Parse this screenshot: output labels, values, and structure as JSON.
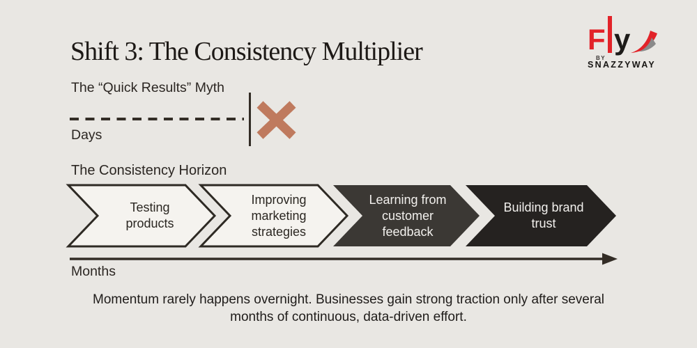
{
  "page": {
    "background_color": "#e9e7e3",
    "title": "Shift 3: The Consistency Multiplier"
  },
  "logo": {
    "letter_f": "F",
    "letter_y": "y",
    "by_label": "BY",
    "brand_name": "SNAZZYWAY",
    "accent_red": "#e22329",
    "dark": "#1d1b19"
  },
  "myth": {
    "label": "The “Quick Results” Myth",
    "axis_label": "Days",
    "line_color": "#332d26",
    "x_mark_color": "#bf7a5e"
  },
  "horizon": {
    "label": "The Consistency Horizon",
    "axis_label": "Months",
    "arrow_color": "#332d26",
    "stages": [
      {
        "label": "Testing products",
        "fill": "#f5f3ef",
        "stroke": "#2e2a24",
        "text_color": "#2b2722"
      },
      {
        "label": "Improving marketing strategies",
        "fill": "#f5f3ef",
        "stroke": "#2e2a24",
        "text_color": "#2b2722"
      },
      {
        "label": "Learning from customer feedback",
        "fill": "#3b3834",
        "stroke": "none",
        "text_color": "#f2f0ed"
      },
      {
        "label": "Building brand trust",
        "fill": "#252220",
        "stroke": "none",
        "text_color": "#f2f0ed"
      }
    ]
  },
  "footer": {
    "text": "Momentum rarely happens overnight. Businesses gain strong traction only after several months of continuous, data-driven effort."
  }
}
